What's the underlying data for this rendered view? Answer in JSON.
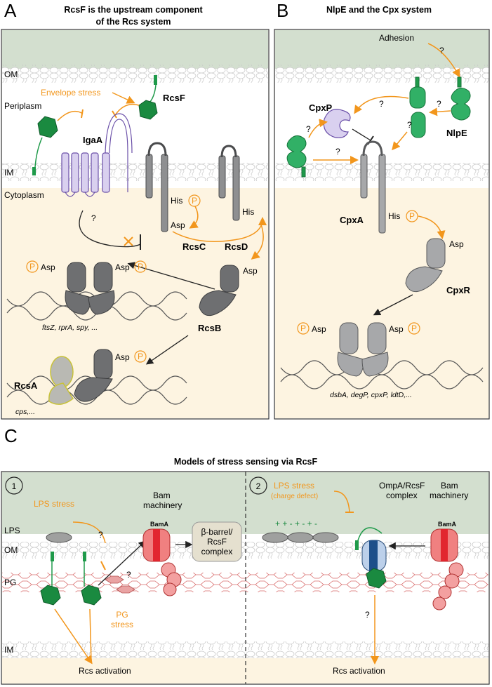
{
  "colors": {
    "om_bg": "#d3dfcf",
    "cyto_bg": "#fdf4e1",
    "orange": "#f2961c",
    "green": "#1f9a4a",
    "grey": "#6e6f71",
    "purple": "#7a5fb0",
    "bam_red": "#f08080",
    "bam_dark": "#e2262f"
  },
  "panel_a": {
    "letter": "A",
    "title_line1": "RcsF is the upstream component",
    "title_line2": "of the Rcs system",
    "om": "OM",
    "periplasm": "Periplasm",
    "im": "IM",
    "cytoplasm": "Cytoplasm",
    "envelope_stress": "Envelope stress",
    "rcsf": "RcsF",
    "igaa": "IgaA",
    "his1": "His",
    "asp1": "Asp",
    "his2": "His",
    "p": "P",
    "question": "?",
    "rcsc": "RcsC",
    "rcsd": "RcsD",
    "rcsb": "RcsB",
    "rcsa": "RcsA",
    "asp_b": "Asp",
    "asp_left": "Asp",
    "asp_right": "Asp",
    "asp_lower": "Asp",
    "genes1": "ftsZ, rprA, spy, ...",
    "genes2": "cps,..."
  },
  "panel_b": {
    "letter": "B",
    "title": "NlpE and the Cpx system",
    "adhesion": "Adhesion",
    "cpxp": "CpxP",
    "nlpe": "NlpE",
    "cpxa": "CpxA",
    "cpxr": "CpxR",
    "his": "His",
    "asp_r": "Asp",
    "asp_left": "Asp",
    "asp_right": "Asp",
    "p": "P",
    "question": "?",
    "genes": "dsbA, degP, cpxP, ldtD,..."
  },
  "panel_c": {
    "letter": "C",
    "title": "Models of stress sensing via RcsF",
    "model1": "1",
    "model2": "2",
    "lps_stress": "LPS stress",
    "lps": "LPS",
    "om": "OM",
    "pg": "PG",
    "im": "IM",
    "bam_line1": "Bam",
    "bam_line2": "machinery",
    "bama": "BamA",
    "barrel_line1": "β-barrel/",
    "barrel_line2": "RcsF",
    "barrel_line3": "complex",
    "pg_stress_line1": "PG",
    "pg_stress_line2": "stress",
    "rcs_activation": "Rcs activation",
    "lps_stress2": "LPS stress",
    "charge_defect": "(charge defect)",
    "ompa_line1": "OmpA/RcsF",
    "ompa_line2": "complex",
    "question": "?"
  }
}
